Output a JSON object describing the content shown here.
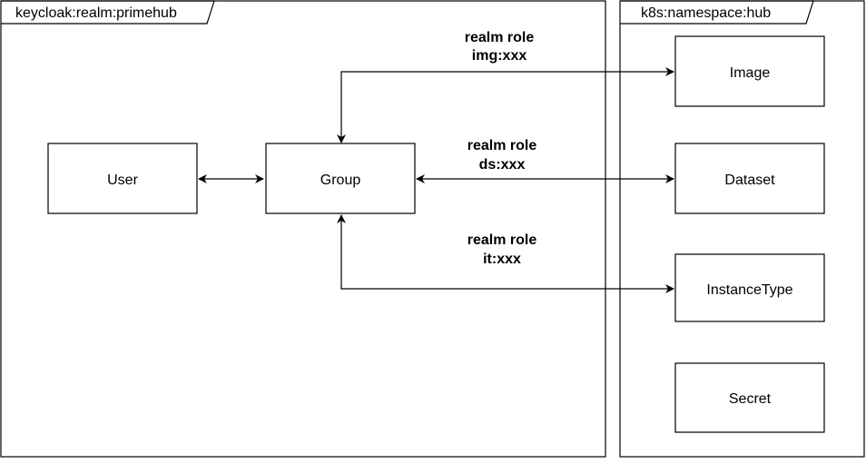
{
  "frames": {
    "keycloak": {
      "label": "keycloak:realm:primehub"
    },
    "k8s": {
      "label": "k8s:namespace:hub"
    }
  },
  "nodes": {
    "user": {
      "label": "User"
    },
    "group": {
      "label": "Group"
    },
    "image": {
      "label": "Image"
    },
    "dataset": {
      "label": "Dataset"
    },
    "instancetype": {
      "label": "InstanceType"
    },
    "secret": {
      "label": "Secret"
    }
  },
  "edges": {
    "img": {
      "line1": "realm role",
      "line2": "img:xxx"
    },
    "ds": {
      "line1": "realm role",
      "line2": "ds:xxx"
    },
    "it": {
      "line1": "realm role",
      "line2": "it:xxx"
    }
  }
}
